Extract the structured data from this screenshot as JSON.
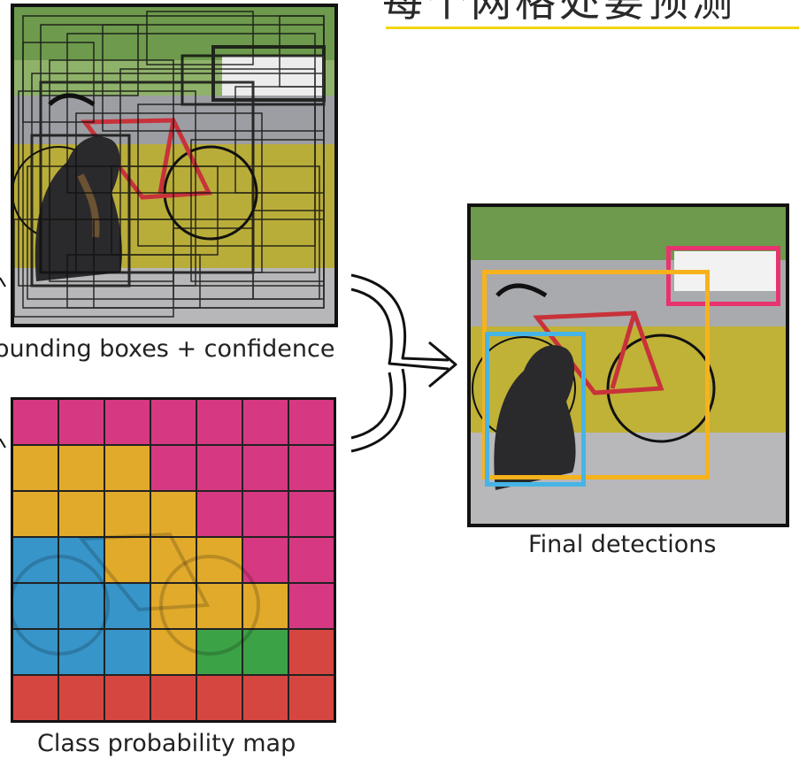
{
  "title": {
    "text": "每个网格处要预测"
  },
  "captions": {
    "boxes": "ounding boxes + confidence",
    "classmap": "Class probability map",
    "final": "Final detections"
  },
  "colors": {
    "yellow": "#f2b62c",
    "pink": "#e63c8a",
    "blue": "#3aa0d8",
    "green": "#3fae4a",
    "red": "#e64a43",
    "dog_box": "#47b4e6",
    "bike_box": "#f7b21c",
    "car_box": "#e8336f",
    "title_underline": "#f2d500"
  },
  "class_grid": [
    [
      "pink",
      "pink",
      "pink",
      "pink",
      "pink",
      "pink",
      "pink"
    ],
    [
      "yellow",
      "yellow",
      "yellow",
      "pink",
      "pink",
      "pink",
      "pink"
    ],
    [
      "yellow",
      "yellow",
      "yellow",
      "yellow",
      "pink",
      "pink",
      "pink"
    ],
    [
      "blue",
      "blue",
      "yellow",
      "yellow",
      "yellow",
      "pink",
      "pink"
    ],
    [
      "blue",
      "blue",
      "blue",
      "yellow",
      "yellow",
      "yellow",
      "pink"
    ],
    [
      "blue",
      "blue",
      "blue",
      "yellow",
      "green",
      "green",
      "red"
    ],
    [
      "red",
      "red",
      "red",
      "red",
      "red",
      "red",
      "red"
    ]
  ],
  "icons": {
    "arrow_to_final": "curly-arrow-icon"
  }
}
